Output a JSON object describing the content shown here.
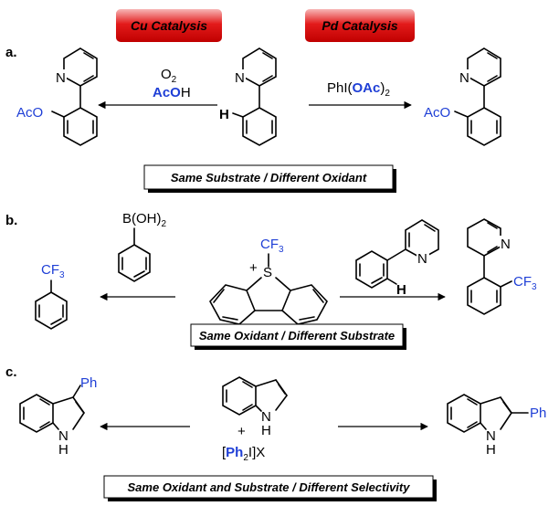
{
  "badges": {
    "cu": "Cu Catalysis",
    "pd": "Pd Catalysis"
  },
  "sections": {
    "a": {
      "label": "a.",
      "left_reagents": {
        "line1": "O",
        "line1_sub": "2",
        "line2_blue": "AcO",
        "line2_rest": "H"
      },
      "right_reagent": {
        "prefix": "PhI(",
        "blue": "OAc",
        "suffix": ")",
        "sub": "2"
      },
      "h_label": "H",
      "product_group": "AcO",
      "nitrogen": "N",
      "caption": "Same Substrate / Different Oxidant"
    },
    "b": {
      "label": "b.",
      "boronic": {
        "main": "B(OH)",
        "sub": "2"
      },
      "cf3": {
        "main": "CF",
        "sub": "3"
      },
      "s_plus": "+",
      "s_atom": "S",
      "h_label": "H",
      "nitrogen": "N",
      "caption": "Same Oxidant / Different Substrate"
    },
    "c": {
      "label": "c.",
      "ph": "Ph",
      "nh": "N",
      "nh_h": "H",
      "plus": "+",
      "iodonium": {
        "open": "[",
        "ph": "Ph",
        "sub": "2",
        "rest": "I]X"
      },
      "caption": "Same Oxidant and Substrate / Different Selectivity"
    }
  },
  "colors": {
    "badge_red": "#e31b1b",
    "badge_top": "#f7b7b7",
    "blue": "#1f3fd6"
  }
}
